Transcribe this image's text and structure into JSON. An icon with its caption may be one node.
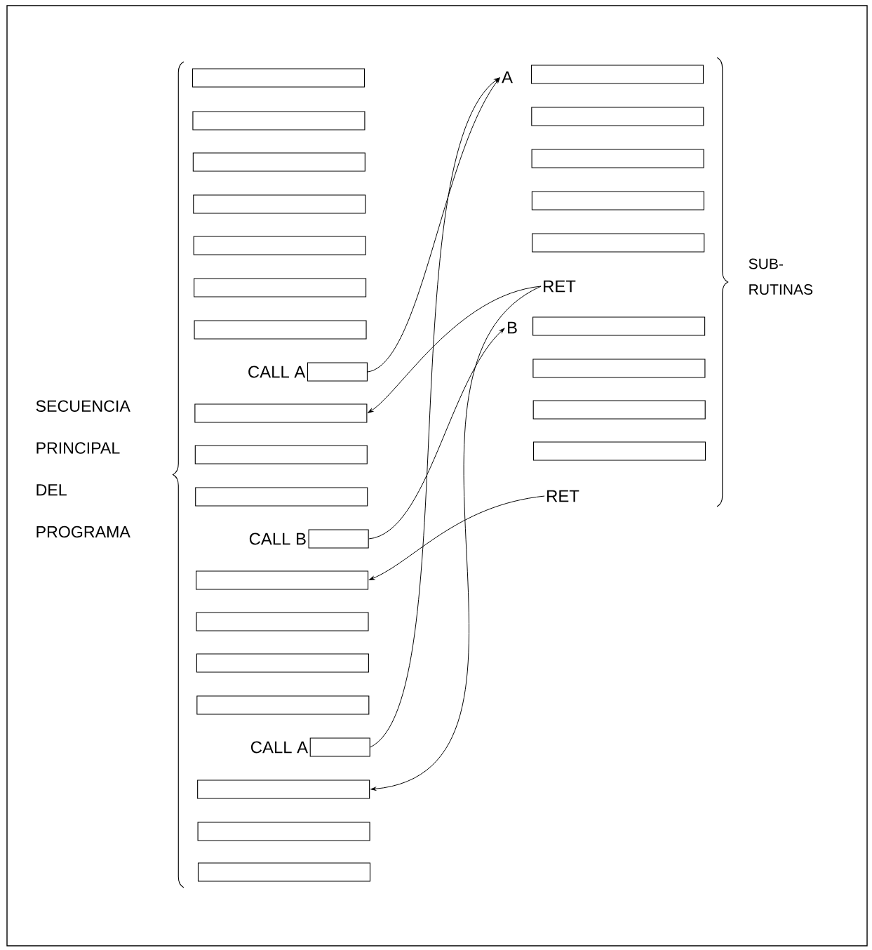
{
  "diagram": {
    "nodes": [
      {
        "text": [],
        "shape": "box"
      },
      {
        "text": [],
        "shape": "box"
      },
      {
        "text": [],
        "shape": "box"
      },
      {
        "text": [],
        "shape": "box"
      },
      {
        "text": [],
        "shape": "box"
      },
      {
        "text": [],
        "shape": "box"
      },
      {
        "text": [],
        "shape": "box"
      },
      {
        "text": [],
        "shape": "box",
        "beside": [
          "CALL A"
        ]
      },
      {
        "text": [],
        "shape": "box"
      },
      {
        "text": [],
        "shape": "box"
      },
      {
        "text": [],
        "shape": "box"
      },
      {
        "text": [],
        "shape": "box",
        "beside": [
          "CALL B"
        ]
      },
      {
        "text": [],
        "shape": "box"
      },
      {
        "text": [],
        "shape": "box"
      },
      {
        "text": [],
        "shape": "box"
      },
      {
        "text": [],
        "shape": "box"
      },
      {
        "text": [],
        "shape": "box",
        "beside": [
          "CALL A"
        ]
      },
      {
        "text": [],
        "shape": "box"
      },
      {
        "text": [],
        "shape": "box"
      },
      {
        "text": [],
        "shape": "box"
      },
      {
        "text": [
          "A"
        ]
      },
      {
        "text": [],
        "shape": "box"
      },
      {
        "text": [],
        "shape": "box"
      },
      {
        "text": [],
        "shape": "box"
      },
      {
        "text": [],
        "shape": "box"
      },
      {
        "text": [],
        "shape": "box"
      },
      {
        "text": [
          "RET"
        ]
      },
      {
        "text": [
          "B"
        ]
      },
      {
        "text": [],
        "shape": "box"
      },
      {
        "text": [],
        "shape": "box"
      },
      {
        "text": [],
        "shape": "box"
      },
      {
        "text": [],
        "shape": "box"
      },
      {
        "text": [
          "RET"
        ]
      }
    ],
    "edges": [
      {
        "from": 7,
        "to": 20,
        "arrow": "to"
      },
      {
        "from": 26,
        "to": 8,
        "arrow": "to"
      },
      {
        "from": 11,
        "to": 27,
        "arrow": "to"
      },
      {
        "from": 32,
        "to": 12,
        "arrow": "to"
      },
      {
        "from": 16,
        "to": 20,
        "arrow": "to"
      },
      {
        "from": 26,
        "to": 17,
        "arrow": "to"
      }
    ],
    "labels": [
      "SECUENCIA PRINCIPAL DEL PROGRAMA",
      "SUB- RUTINAS"
    ]
  }
}
